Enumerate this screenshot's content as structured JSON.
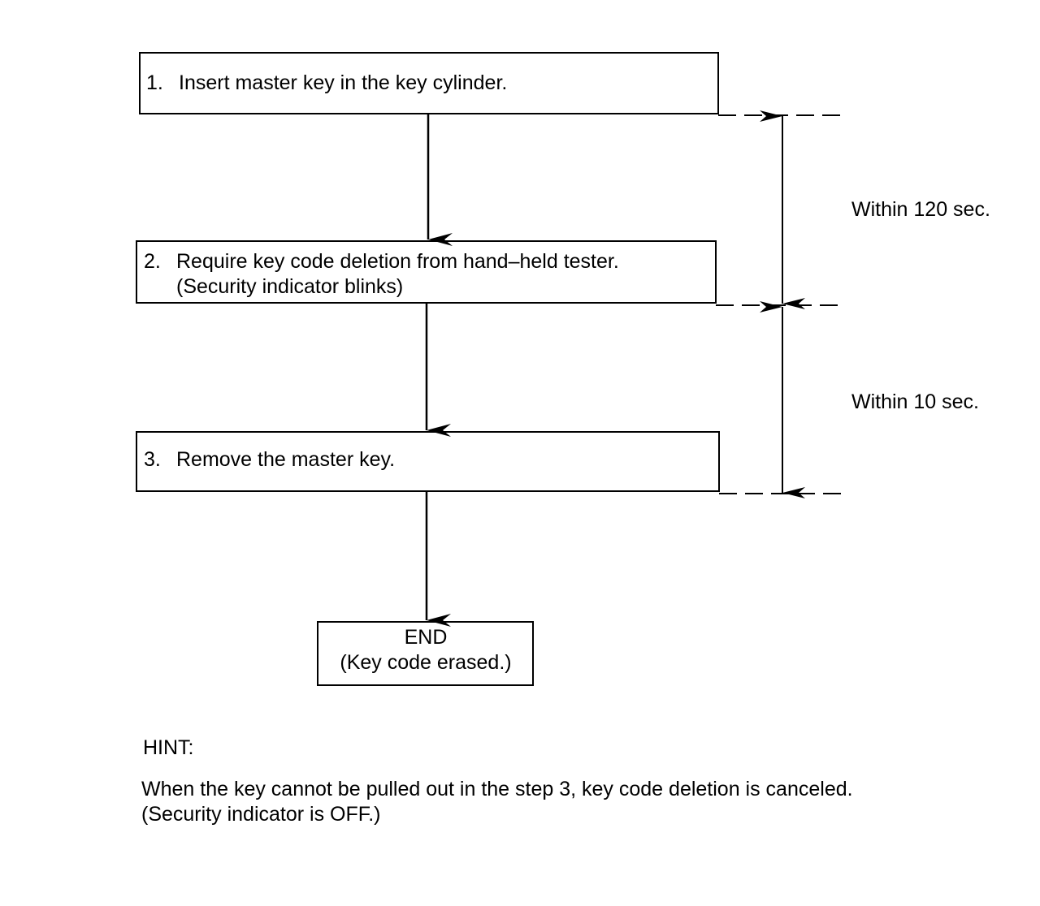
{
  "steps": [
    {
      "number": "1.",
      "lines": [
        "Insert master key in the key cylinder."
      ]
    },
    {
      "number": "2.",
      "lines": [
        "Require key code deletion from hand–held tester.",
        "(Security indicator blinks)"
      ]
    },
    {
      "number": "3.",
      "lines": [
        "Remove the master key."
      ]
    }
  ],
  "end": {
    "title": "END",
    "subtitle": "(Key code erased.)"
  },
  "timings": {
    "first": "Within 120 sec.",
    "second": "Within 10 sec."
  },
  "hint": {
    "label": "HINT:",
    "lines": [
      "When the key cannot be pulled out in the step 3, key code deletion is canceled.",
      "(Security indicator is OFF.)"
    ]
  }
}
